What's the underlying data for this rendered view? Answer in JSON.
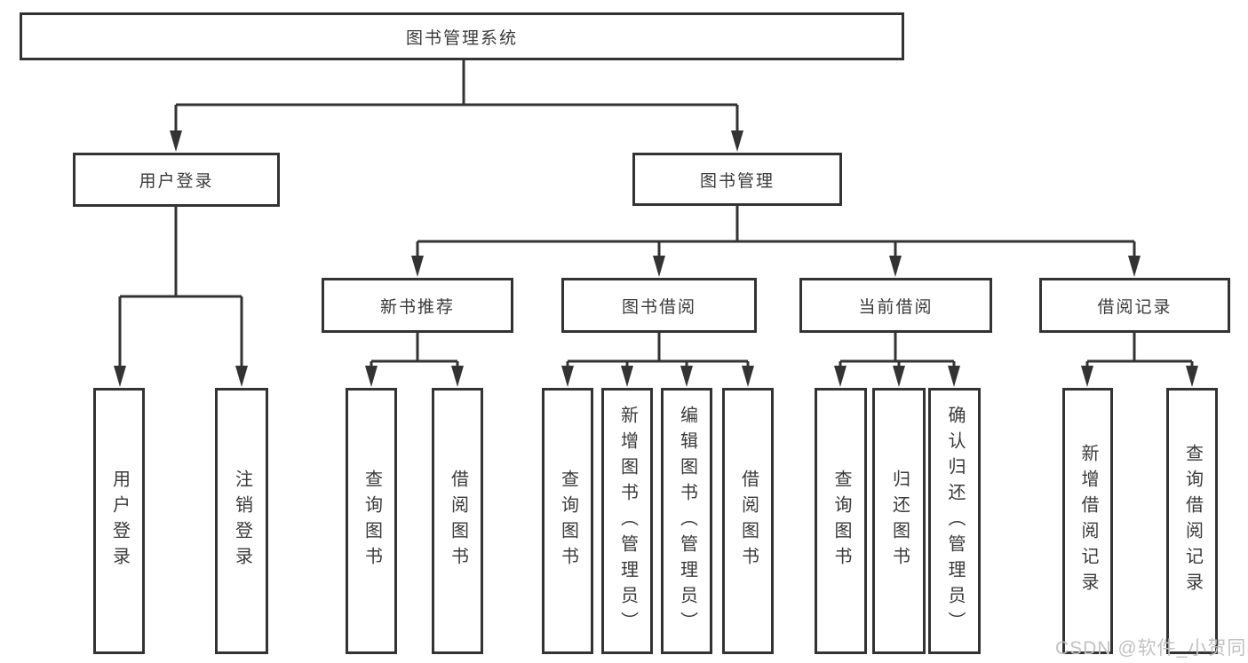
{
  "colors": {
    "line": "#333333",
    "text": "#3a3a3a",
    "box_background": "#ffffff",
    "watermark": "#c2c2c2"
  },
  "watermark": {
    "text": "CSDN @软件_小贺同学"
  },
  "tree": {
    "root": {
      "label": "图书管理系统"
    },
    "level2": [
      {
        "label": "用户登录",
        "leaves": [
          {
            "label": "用户登录"
          },
          {
            "label": "注销登录"
          }
        ]
      },
      {
        "label": "图书管理",
        "groups": [
          {
            "label": "新书推荐",
            "leaves": [
              {
                "label": "查询图书"
              },
              {
                "label": "借阅图书"
              }
            ]
          },
          {
            "label": "图书借阅",
            "leaves": [
              {
                "label": "查询图书"
              },
              {
                "label": "新增图书（管理员）"
              },
              {
                "label": "编辑图书（管理员）"
              },
              {
                "label": "借阅图书"
              }
            ]
          },
          {
            "label": "当前借阅",
            "leaves": [
              {
                "label": "查询图书"
              },
              {
                "label": "归还图书"
              },
              {
                "label": "确认归还（管理员）"
              }
            ]
          },
          {
            "label": "借阅记录",
            "leaves": [
              {
                "label": "新增借阅记录"
              },
              {
                "label": "查询借阅记录"
              }
            ]
          }
        ]
      }
    ]
  }
}
